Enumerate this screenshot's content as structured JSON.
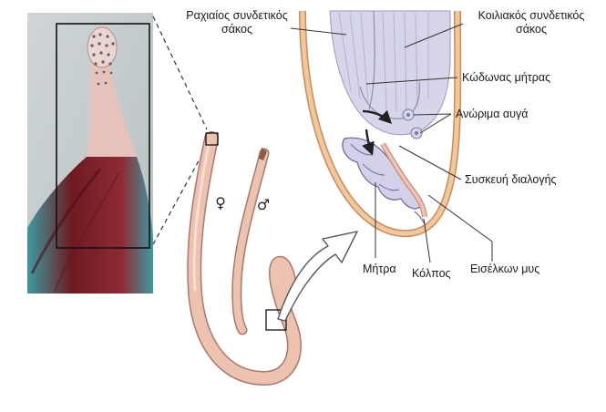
{
  "labels": {
    "dorsal_sac": "Ραχιαίος συνδετικός σάκος",
    "ventral_sac": "Κοιλιακός συνδετικός σάκος",
    "uterine_bell": "Κώδωνας μήτρας",
    "immature_eggs": "Ανώριμα αυγά",
    "selector_apparatus": "Συσκευή διαλογής",
    "uterus": "Μήτρα",
    "vagina": "Κόλπος",
    "retractor_muscle": "Εισέλκων μυς"
  },
  "symbols": {
    "female": "♀",
    "male": "♂"
  },
  "colors": {
    "worm_body": "#e8b9a6",
    "worm_outline": "#a9786a",
    "sac_wall": "#e5b483",
    "inner_lavender": "#cfcde6",
    "proboscis_dark_red": "#7a1e26",
    "proboscis_teal": "#3f9aa1"
  }
}
